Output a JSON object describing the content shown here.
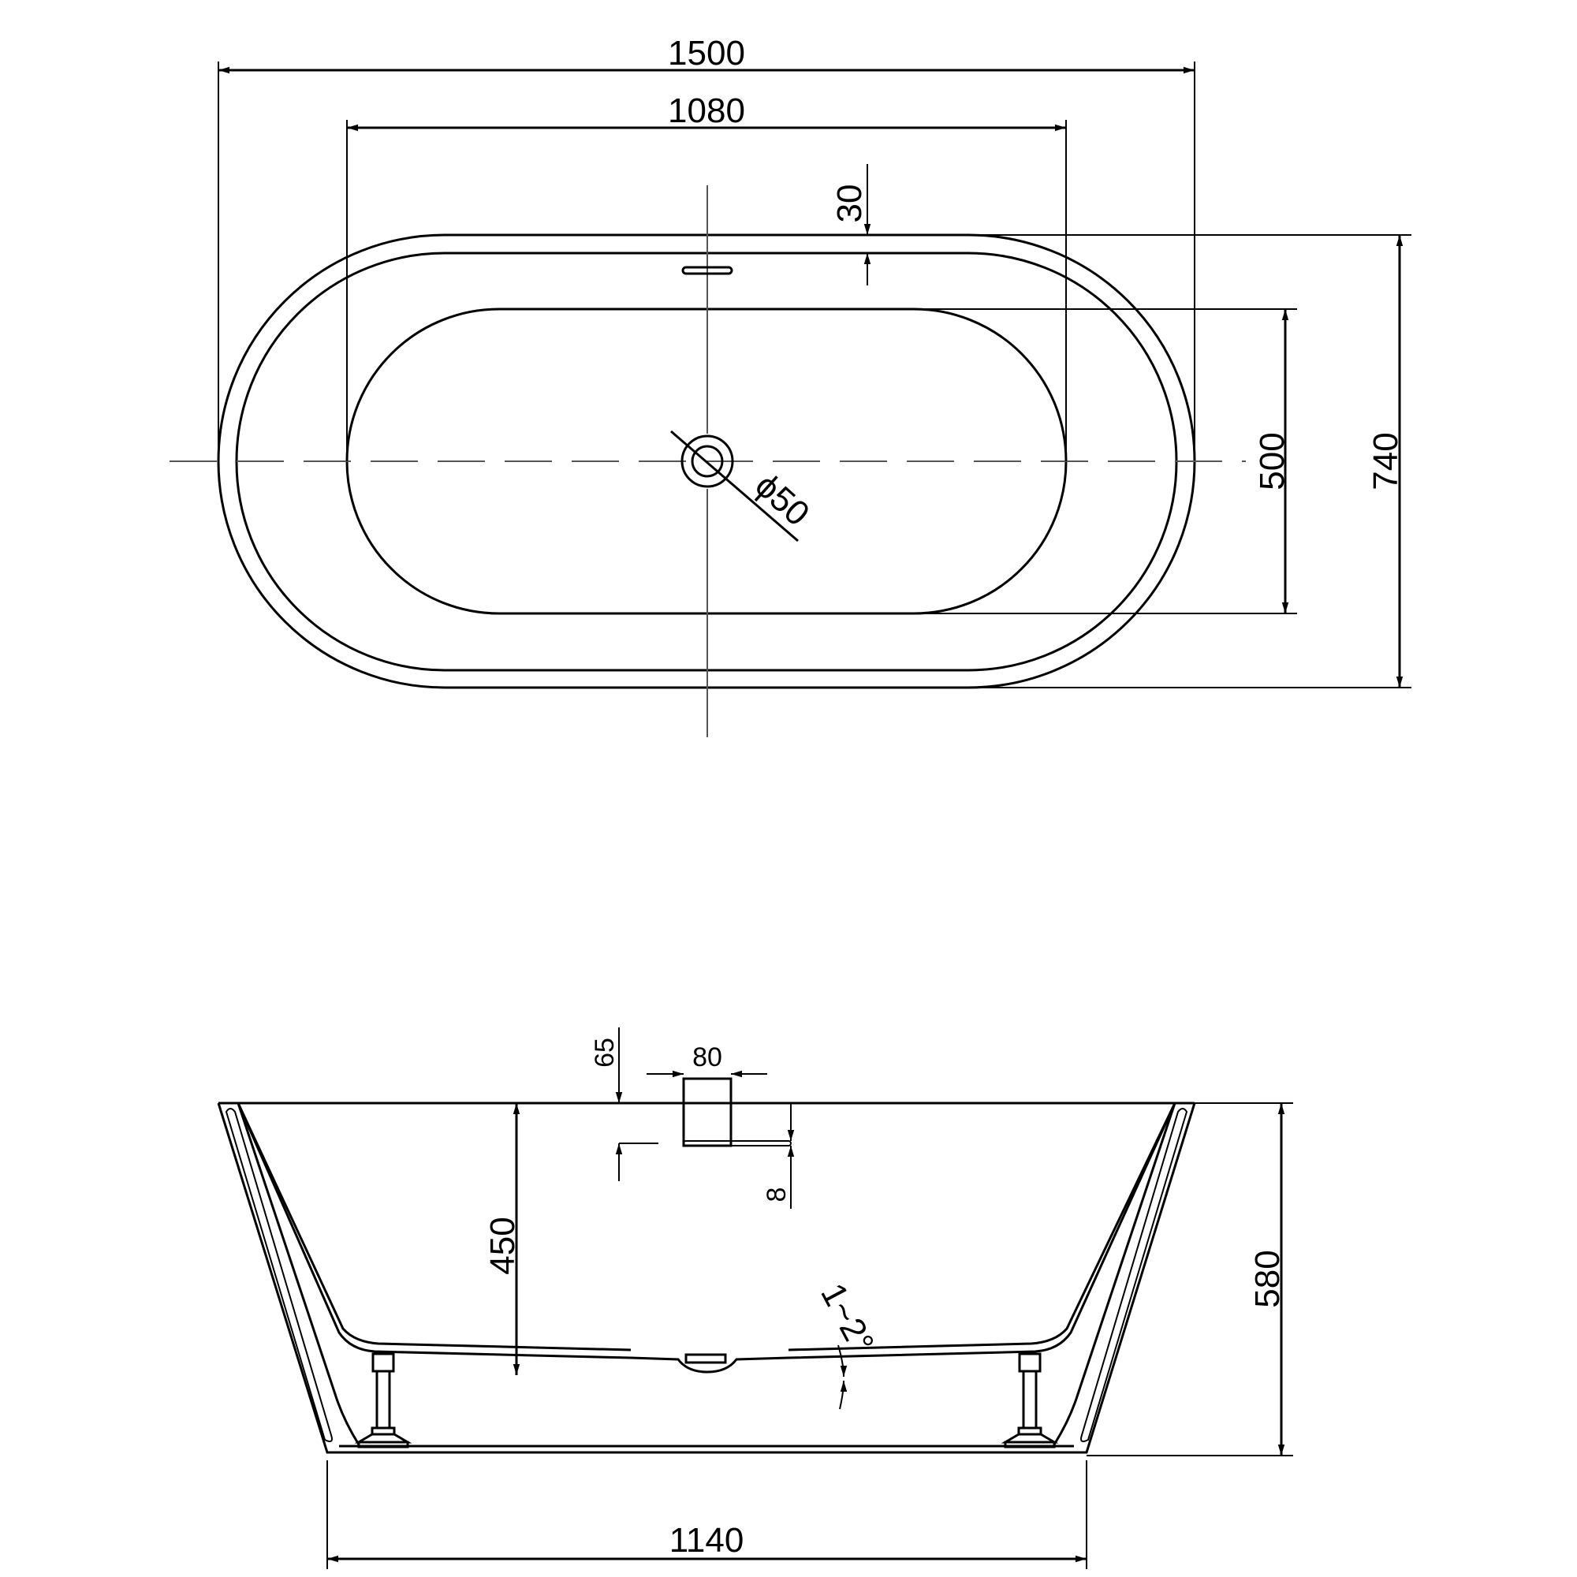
{
  "drawing": {
    "title": "Freestanding oval bathtub technical drawing",
    "units": "mm",
    "line_color": "#000000",
    "centerline_color": "#555555"
  },
  "top_view": {
    "overall_length": "1500",
    "inner_length": "1080",
    "rim_offset": "30",
    "inner_width": "500",
    "overall_width": "740",
    "drain_diameter": "ϕ50"
  },
  "side_view": {
    "overflow_offset": "65",
    "overflow_width": "80",
    "overflow_depth": "8",
    "inner_depth": "450",
    "overall_height": "580",
    "base_length": "1140",
    "floor_slope": "1~2°"
  }
}
